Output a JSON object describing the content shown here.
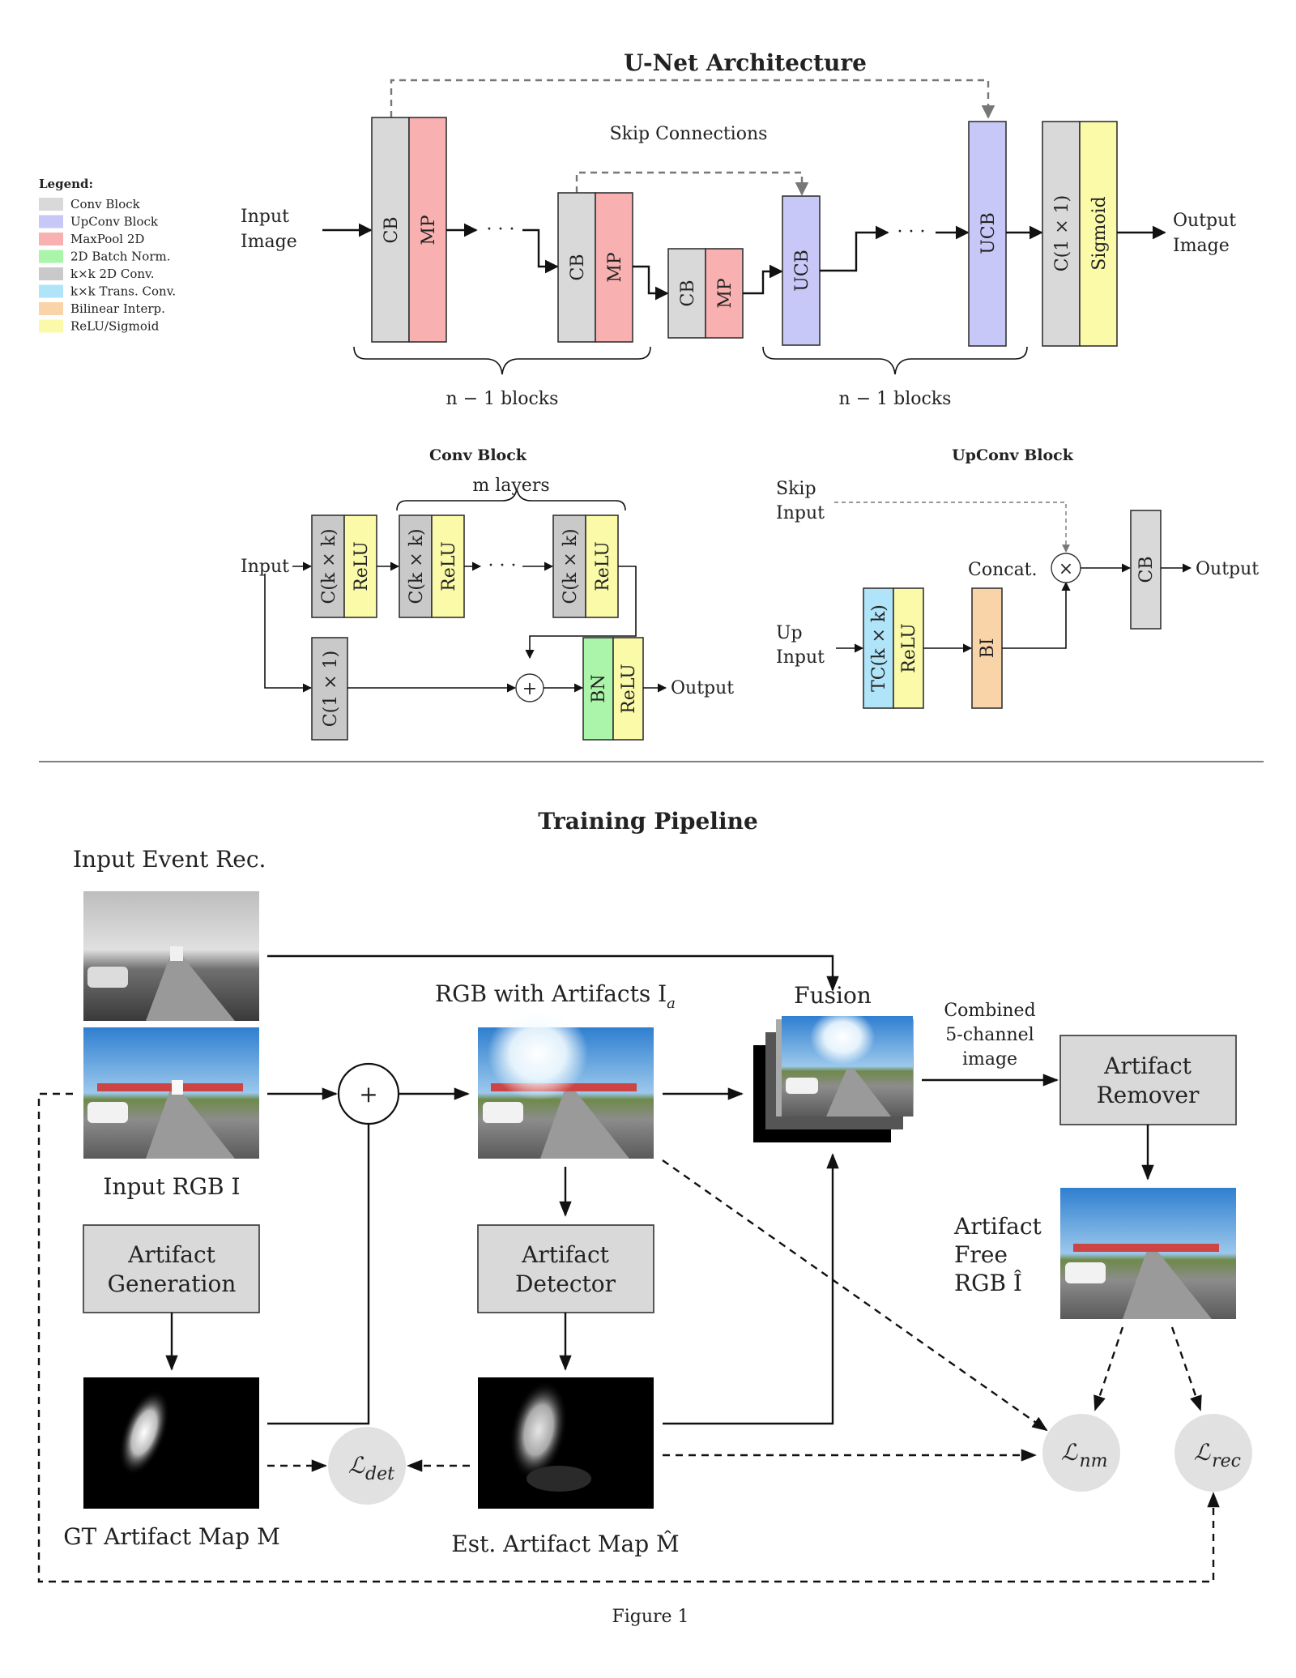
{
  "colors": {
    "conv": "#d9d9d9",
    "upconv": "#c8c8f8",
    "maxpool": "#f8b0b0",
    "batchnorm": "#aaf5aa",
    "conv2d": "#c9c9c9",
    "transconv": "#b0e4f8",
    "bilinear": "#f9d4a8",
    "activation": "#fafaa8",
    "loss": "#e1e1e1",
    "module": "#d9d9d9"
  },
  "legend": {
    "title": "Legend:",
    "items": [
      {
        "label": "Conv Block",
        "color": "#d9d9d9"
      },
      {
        "label": "UpConv Block",
        "color": "#c8c8f8"
      },
      {
        "label": "MaxPool 2D",
        "color": "#f8b0b0"
      },
      {
        "label": "2D Batch Norm.",
        "color": "#aaf5aa"
      },
      {
        "label": "k×k 2D Conv.",
        "color": "#c9c9c9"
      },
      {
        "label": "k×k Trans. Conv.",
        "color": "#b0e4f8"
      },
      {
        "label": "Bilinear Interp.",
        "color": "#f9d4a8"
      },
      {
        "label": "ReLU/Sigmoid",
        "color": "#fafaa8"
      }
    ]
  },
  "unet": {
    "title": "U-Net Architecture",
    "skip_label": "Skip Connections",
    "input_line1": "Input",
    "input_line2": "Image",
    "output_line1": "Output",
    "output_line2": "Image",
    "cb": "CB",
    "mp": "MP",
    "ucb": "UCB",
    "conv1x1": "C(1 × 1)",
    "sigmoid": "Sigmoid",
    "ellipsis": "· · ·",
    "blocks_label": "n − 1 blocks"
  },
  "conv_block": {
    "title": "Conv Block",
    "layers_label": "m layers",
    "input": "Input",
    "output": "Output",
    "conv": "C(k × k)",
    "relu": "ReLU",
    "conv1x1": "C(1 × 1)",
    "bn": "BN",
    "plus": "+",
    "ellipsis": "· · ·"
  },
  "upconv_block": {
    "title": "UpConv Block",
    "skip_line1": "Skip",
    "skip_line2": "Input",
    "up_line1": "Up",
    "up_line2": "Input",
    "tc": "TC(k × k)",
    "relu": "ReLU",
    "bi": "BI",
    "concat": "Concat.",
    "times": "×",
    "cb": "CB",
    "output": "Output"
  },
  "pipeline": {
    "title": "Training Pipeline",
    "input_event": "Input Event Rec.",
    "input_rgb": "Input RGB I",
    "artifact_generation_1": "Artifact",
    "artifact_generation_2": "Generation",
    "gt_map": "GT Artifact Map M",
    "rgb_artifacts": "RGB with Artifacts I",
    "rgb_artifacts_sub": "a",
    "artifact_detector_1": "Artifact",
    "artifact_detector_2": "Detector",
    "est_map": "Est. Artifact Map M̂",
    "fusion": "Fusion",
    "combined_1": "Combined",
    "combined_2": "5-channel",
    "combined_3": "image",
    "artifact_remover_1": "Artifact",
    "artifact_remover_2": "Remover",
    "free_1": "Artifact",
    "free_2": "Free",
    "free_3": "RGB Î",
    "plus": "+",
    "loss_det": "det",
    "loss_nm": "nm",
    "loss_rec": "rec",
    "loss_symbol": "ℒ"
  },
  "caption": "Figure 1"
}
